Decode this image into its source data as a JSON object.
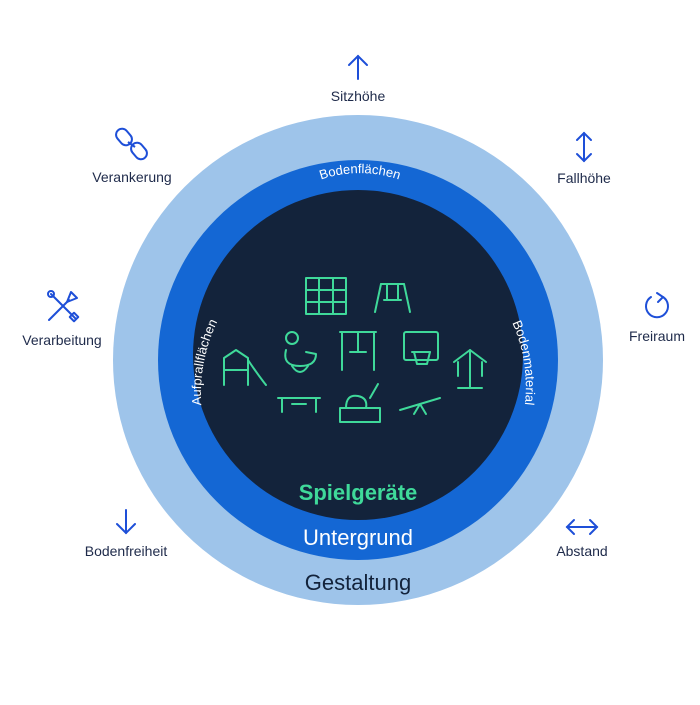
{
  "rings": {
    "outer": {
      "label": "Gestaltung",
      "color": "#9ec4ea"
    },
    "middle": {
      "label": "Untergrund",
      "color": "#1467d4",
      "arc_top": "Bodenflächen",
      "arc_left": "Aufprallflächen",
      "arc_right": "Bodenmaterial"
    },
    "inner": {
      "label": "Spielgeräte",
      "color": "#13233b",
      "accent": "#3fd99a"
    }
  },
  "external": {
    "sitzhoehe": {
      "label": "Sitzhöhe",
      "icon": "arrow-up-icon"
    },
    "fallhoehe": {
      "label": "Fallhöhe",
      "icon": "arrow-up-down-icon"
    },
    "freiraum": {
      "label": "Freiraum",
      "icon": "rotate-icon"
    },
    "abstand": {
      "label": "Abstand",
      "icon": "arrow-left-right-icon"
    },
    "bodenfreiheit": {
      "label": "Bodenfreiheit",
      "icon": "arrow-down-icon"
    },
    "verarbeitung": {
      "label": "Verarbeitung",
      "icon": "tools-icon"
    },
    "verankerung": {
      "label": "Verankerung",
      "icon": "chain-link-icon"
    }
  },
  "colors": {
    "external_icon": "#1e4fd8",
    "external_text": "#1e2a4a",
    "ring_text_light": "#ffffff",
    "outer_text": "#13233b"
  }
}
